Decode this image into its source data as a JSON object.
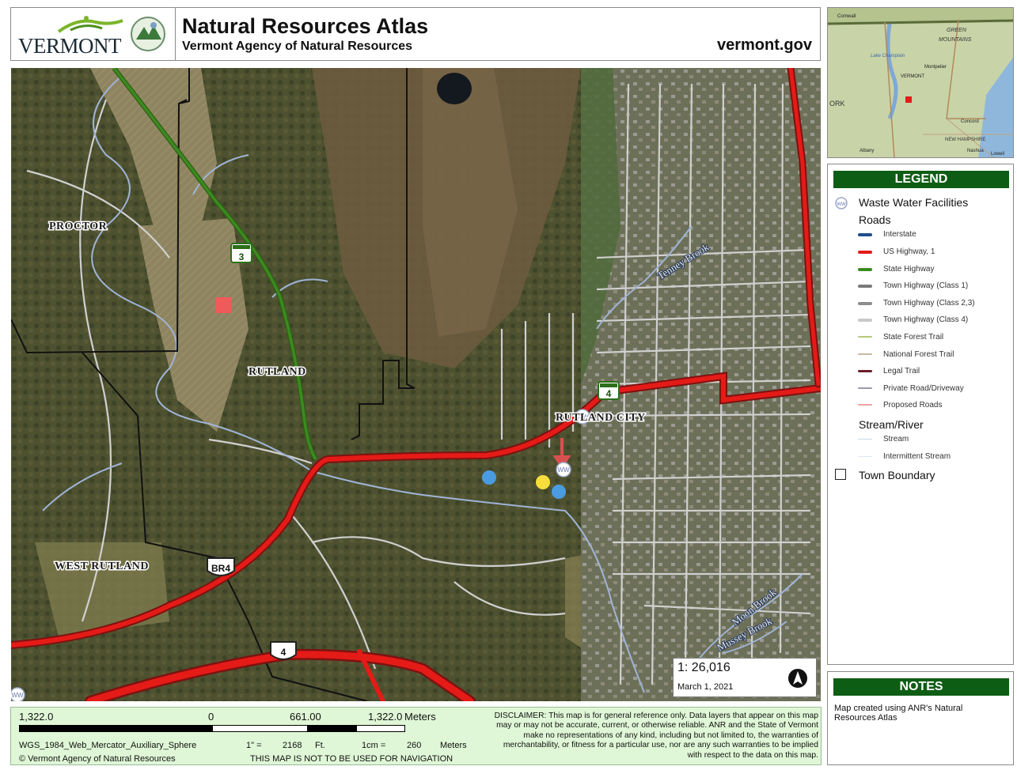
{
  "header": {
    "logo_text": "VERMONT",
    "title": "Natural Resources Atlas",
    "subtitle": "Vermont Agency of Natural Resources",
    "site": "vermont.gov"
  },
  "map": {
    "places": [
      "PROCTOR",
      "RUTLAND",
      "WEST RUTLAND",
      "RUTLAND CITY"
    ],
    "streams": [
      "Tenney Brook",
      "Moon Brook",
      "Mussey Brook"
    ],
    "route_shields": [
      "3",
      "4",
      "BR4",
      "4"
    ],
    "facility_badge": "WW",
    "colors": {
      "us_highway": "#e41b17",
      "state_highway": "#3c8a1f",
      "town_boundary": "#111111",
      "stream": "#9fb4d6"
    }
  },
  "inset": {
    "labels": [
      "Cornwall",
      "GREEN",
      "MOUNTAINS",
      "Lake Champlain",
      "Montpelier",
      "VERMONT",
      "ORK",
      "Concord",
      "NEW HAMPSHIRE",
      "Albany",
      "Nashua",
      "Lowell"
    ]
  },
  "scale_box": {
    "ratio": "1:  26,016",
    "date": "March 1, 2021",
    "north_icon": "north-arrow-icon"
  },
  "scalebar": {
    "ticks": [
      "1,322.0",
      "0",
      "661.00",
      "1,322.0"
    ],
    "unit": "Meters",
    "projection": "WGS_1984_Web_Mercator_Auxiliary_Sphere",
    "inch_label": "1\" =",
    "inch_value": "2168",
    "inch_unit": "Ft.",
    "cm_label": "1cm =",
    "cm_value": "260",
    "cm_unit": "Meters",
    "copyright": "© Vermont Agency of Natural Resources",
    "nav_warning": "THIS MAP IS NOT TO BE USED FOR NAVIGATION"
  },
  "disclaimer": "DISCLAIMER: This map is for general reference only. Data layers that appear on this map may or may not be accurate, current, or otherwise reliable. ANR and the State of Vermont make no representations of any kind, including but not limited to, the warranties of merchantability, or fitness for a particular use, nor are any such warranties to be implied with respect to the data on this map.",
  "legend": {
    "title": "LEGEND",
    "facility_label": "Waste Water Facilities",
    "roads_heading": "Roads",
    "roads": [
      {
        "label": "Interstate",
        "color": "#1f4e8c"
      },
      {
        "label": "US Highway, 1",
        "color": "#e41b17"
      },
      {
        "label": "State Highway",
        "color": "#3c8a1f"
      },
      {
        "label": "Town Highway (Class 1)",
        "color": "#7a7a7a"
      },
      {
        "label": "Town Highway (Class 2,3)",
        "color": "#8e8e8e"
      },
      {
        "label": "Town Highway (Class 4)",
        "color": "#c9c9c9"
      },
      {
        "label": "State Forest Trail",
        "color": "#b7c97a"
      },
      {
        "label": "National Forest Trail",
        "color": "#c9b8a0"
      },
      {
        "label": "Legal Trail",
        "color": "#6b1d2a"
      },
      {
        "label": "Private Road/Driveway",
        "color": "#9a9aa8"
      },
      {
        "label": "Proposed Roads",
        "color": "#f2a0a0"
      }
    ],
    "stream_heading": "Stream/River",
    "streams": [
      {
        "label": "Stream",
        "color": "#c8d6ea"
      },
      {
        "label": "Intermittent Stream",
        "color": "#dde6f2"
      }
    ],
    "boundary_label": "Town Boundary"
  },
  "notes": {
    "title": "NOTES",
    "text": "Map created using ANR's Natural Resources Atlas"
  }
}
